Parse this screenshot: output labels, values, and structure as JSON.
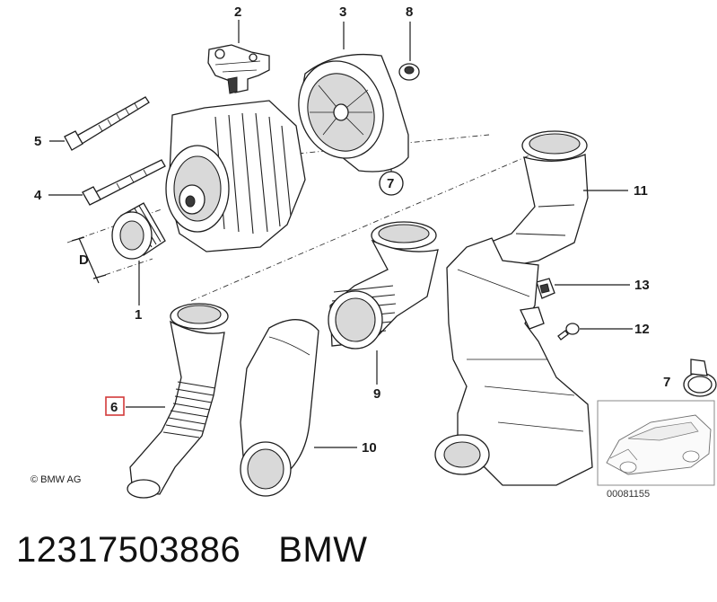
{
  "callouts": {
    "c1": "1",
    "c2": "2",
    "c3": "3",
    "c4": "4",
    "c5": "5",
    "c6": "6",
    "c7a": "7",
    "c7b": "7",
    "c8": "8",
    "c9": "9",
    "c10": "10",
    "c11": "11",
    "c12": "12",
    "c13": "13",
    "cD": "D"
  },
  "copyright": "© BMW AG",
  "reference_number": "00081155",
  "footer": {
    "part_number": "12317503886",
    "brand": "BMW"
  },
  "colors": {
    "highlight_box": "#d23a3a",
    "line_art": "#1f1f1f"
  }
}
